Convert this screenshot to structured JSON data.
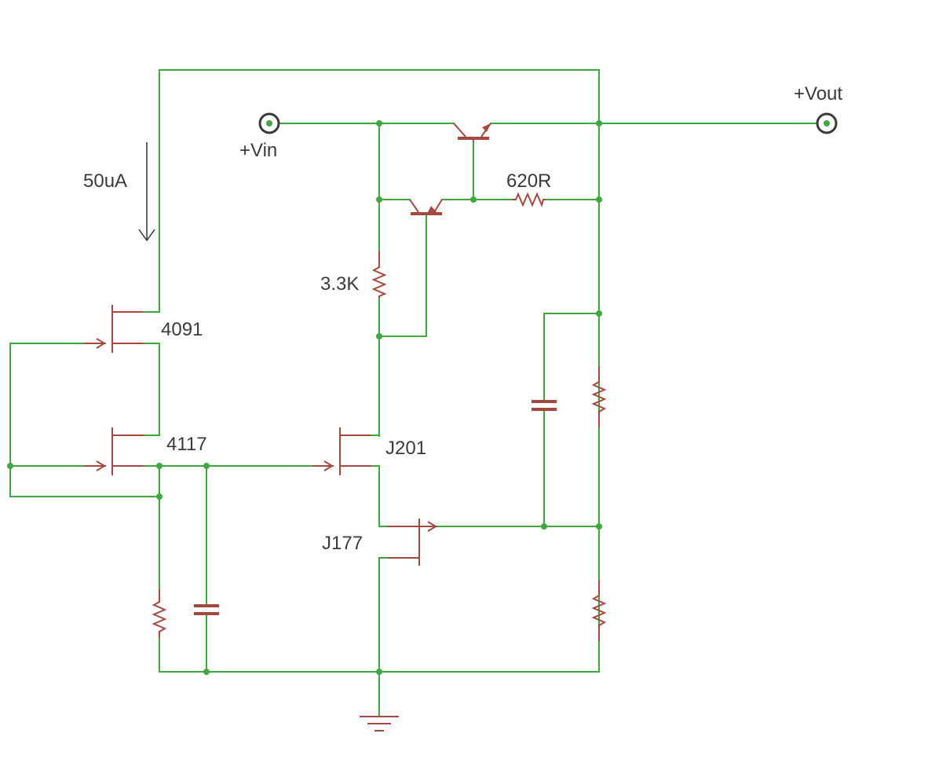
{
  "labels": {
    "vin": "+Vin",
    "vout": "+Vout",
    "current": "50uA",
    "r620": "620R",
    "r33k": "3.3K",
    "q4091": "4091",
    "q4117": "4117",
    "qj201": "J201",
    "qj177": "J177"
  },
  "colors": {
    "wire": "#3fa83f",
    "component": "#a5483f",
    "terminal": "#3a3a3a",
    "text": "#3a3a3a"
  }
}
